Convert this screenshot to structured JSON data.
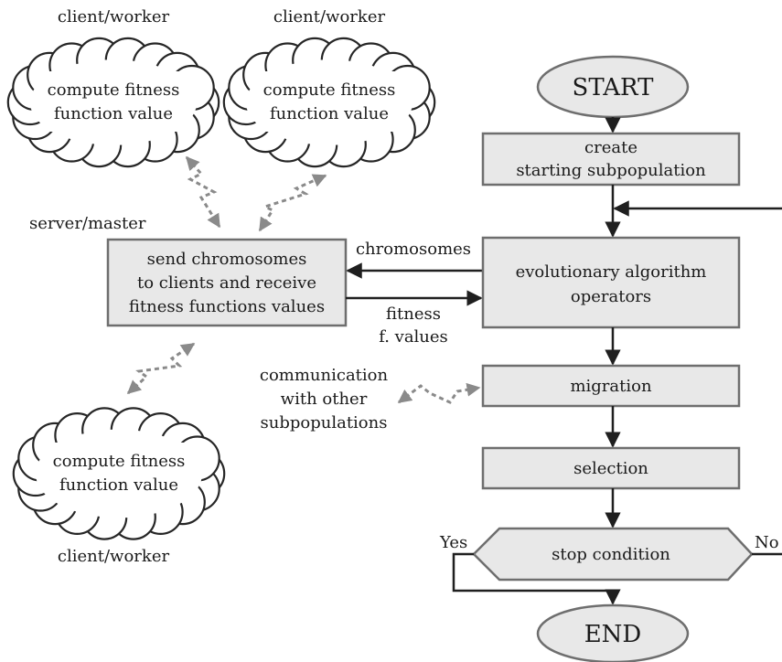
{
  "clouds": [
    {
      "role": "client/worker",
      "text": [
        "compute fitness",
        "function value"
      ]
    },
    {
      "role": "client/worker",
      "text": [
        "compute fitness",
        "function value"
      ]
    },
    {
      "role": "client/worker",
      "text": [
        "compute fitness",
        "function value"
      ]
    }
  ],
  "server": {
    "label": "server/master",
    "text": [
      "send chromosomes",
      "to clients and receive",
      "fitness functions values"
    ]
  },
  "flow": {
    "start": "START",
    "create": [
      "create",
      "starting subpopulation"
    ],
    "operators": [
      "evolutionary algorithm",
      "operators"
    ],
    "migration": "migration",
    "selection": "selection",
    "stop": "stop condition",
    "end": "END",
    "yes": "Yes",
    "no": "No"
  },
  "edges": {
    "chromosomes": "chromosomes",
    "fitness": [
      "fitness",
      "f. values"
    ],
    "communication": [
      "communication",
      "with other",
      "subpopulations"
    ]
  }
}
